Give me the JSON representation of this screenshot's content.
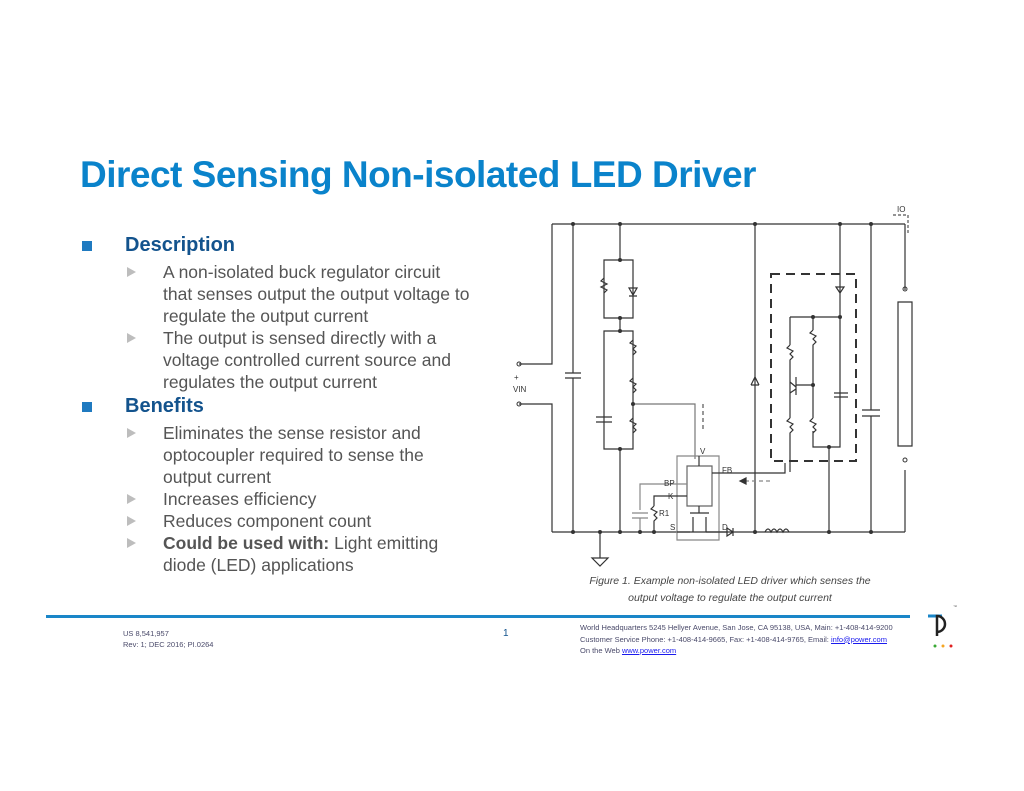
{
  "slide": {
    "title": "Direct Sensing Non-isolated LED Driver",
    "sections": [
      {
        "heading": "Description",
        "bullets": [
          {
            "lines": [
              "A non-isolated buck regulator circuit",
              "that senses output the output voltage to",
              "regulate the output current"
            ]
          },
          {
            "lines": [
              "The output is sensed directly with a",
              "voltage controlled current source and",
              "regulates the output current"
            ]
          }
        ]
      },
      {
        "heading": "Benefits",
        "bullets": [
          {
            "lines": [
              "Eliminates the sense resistor and",
              "optocoupler required to sense the",
              "output current"
            ]
          },
          {
            "lines": [
              "Increases efficiency"
            ]
          },
          {
            "lines": [
              "Reduces component count"
            ]
          },
          {
            "bold_prefix": "Could be used with:",
            "lines": [
              " Light emitting",
              "diode (LED) applications"
            ]
          }
        ]
      }
    ]
  },
  "figure": {
    "caption_line1": "Figure 1. Example non-isolated LED driver which senses the",
    "caption_line2": "output voltage to regulate the output current",
    "labels": {
      "vin": "VIN",
      "plus": "+",
      "io": "IO",
      "v": "V",
      "fb": "FB",
      "bp": "BP",
      "k": "K",
      "r1": "R1",
      "s": "S",
      "d": "D"
    }
  },
  "footer": {
    "patent": "US 8,541,957",
    "revision": "Rev: 1;  DEC 2016;  PI.0264",
    "page_number": "1",
    "hq": "World Headquarters  5245 Hellyer Avenue, San Jose, CA 95138,  USA,  Main: +1-408-414-9200",
    "service_prefix": "Customer Service Phone: +1-408-414-9665, Fax: +1-408-414-9765, Email: ",
    "email": "info@power.com",
    "web_prefix": "On the Web ",
    "website": "www.power.com"
  },
  "logo": {
    "name": "power-integrations-logo",
    "dot_colors": [
      "#3aa935",
      "#f5a623",
      "#e02020"
    ],
    "accent": "#1a86c8"
  },
  "colors": {
    "title": "#0a83cb",
    "heading": "#13538d",
    "body": "#555555",
    "rule": "#1a86c8"
  }
}
